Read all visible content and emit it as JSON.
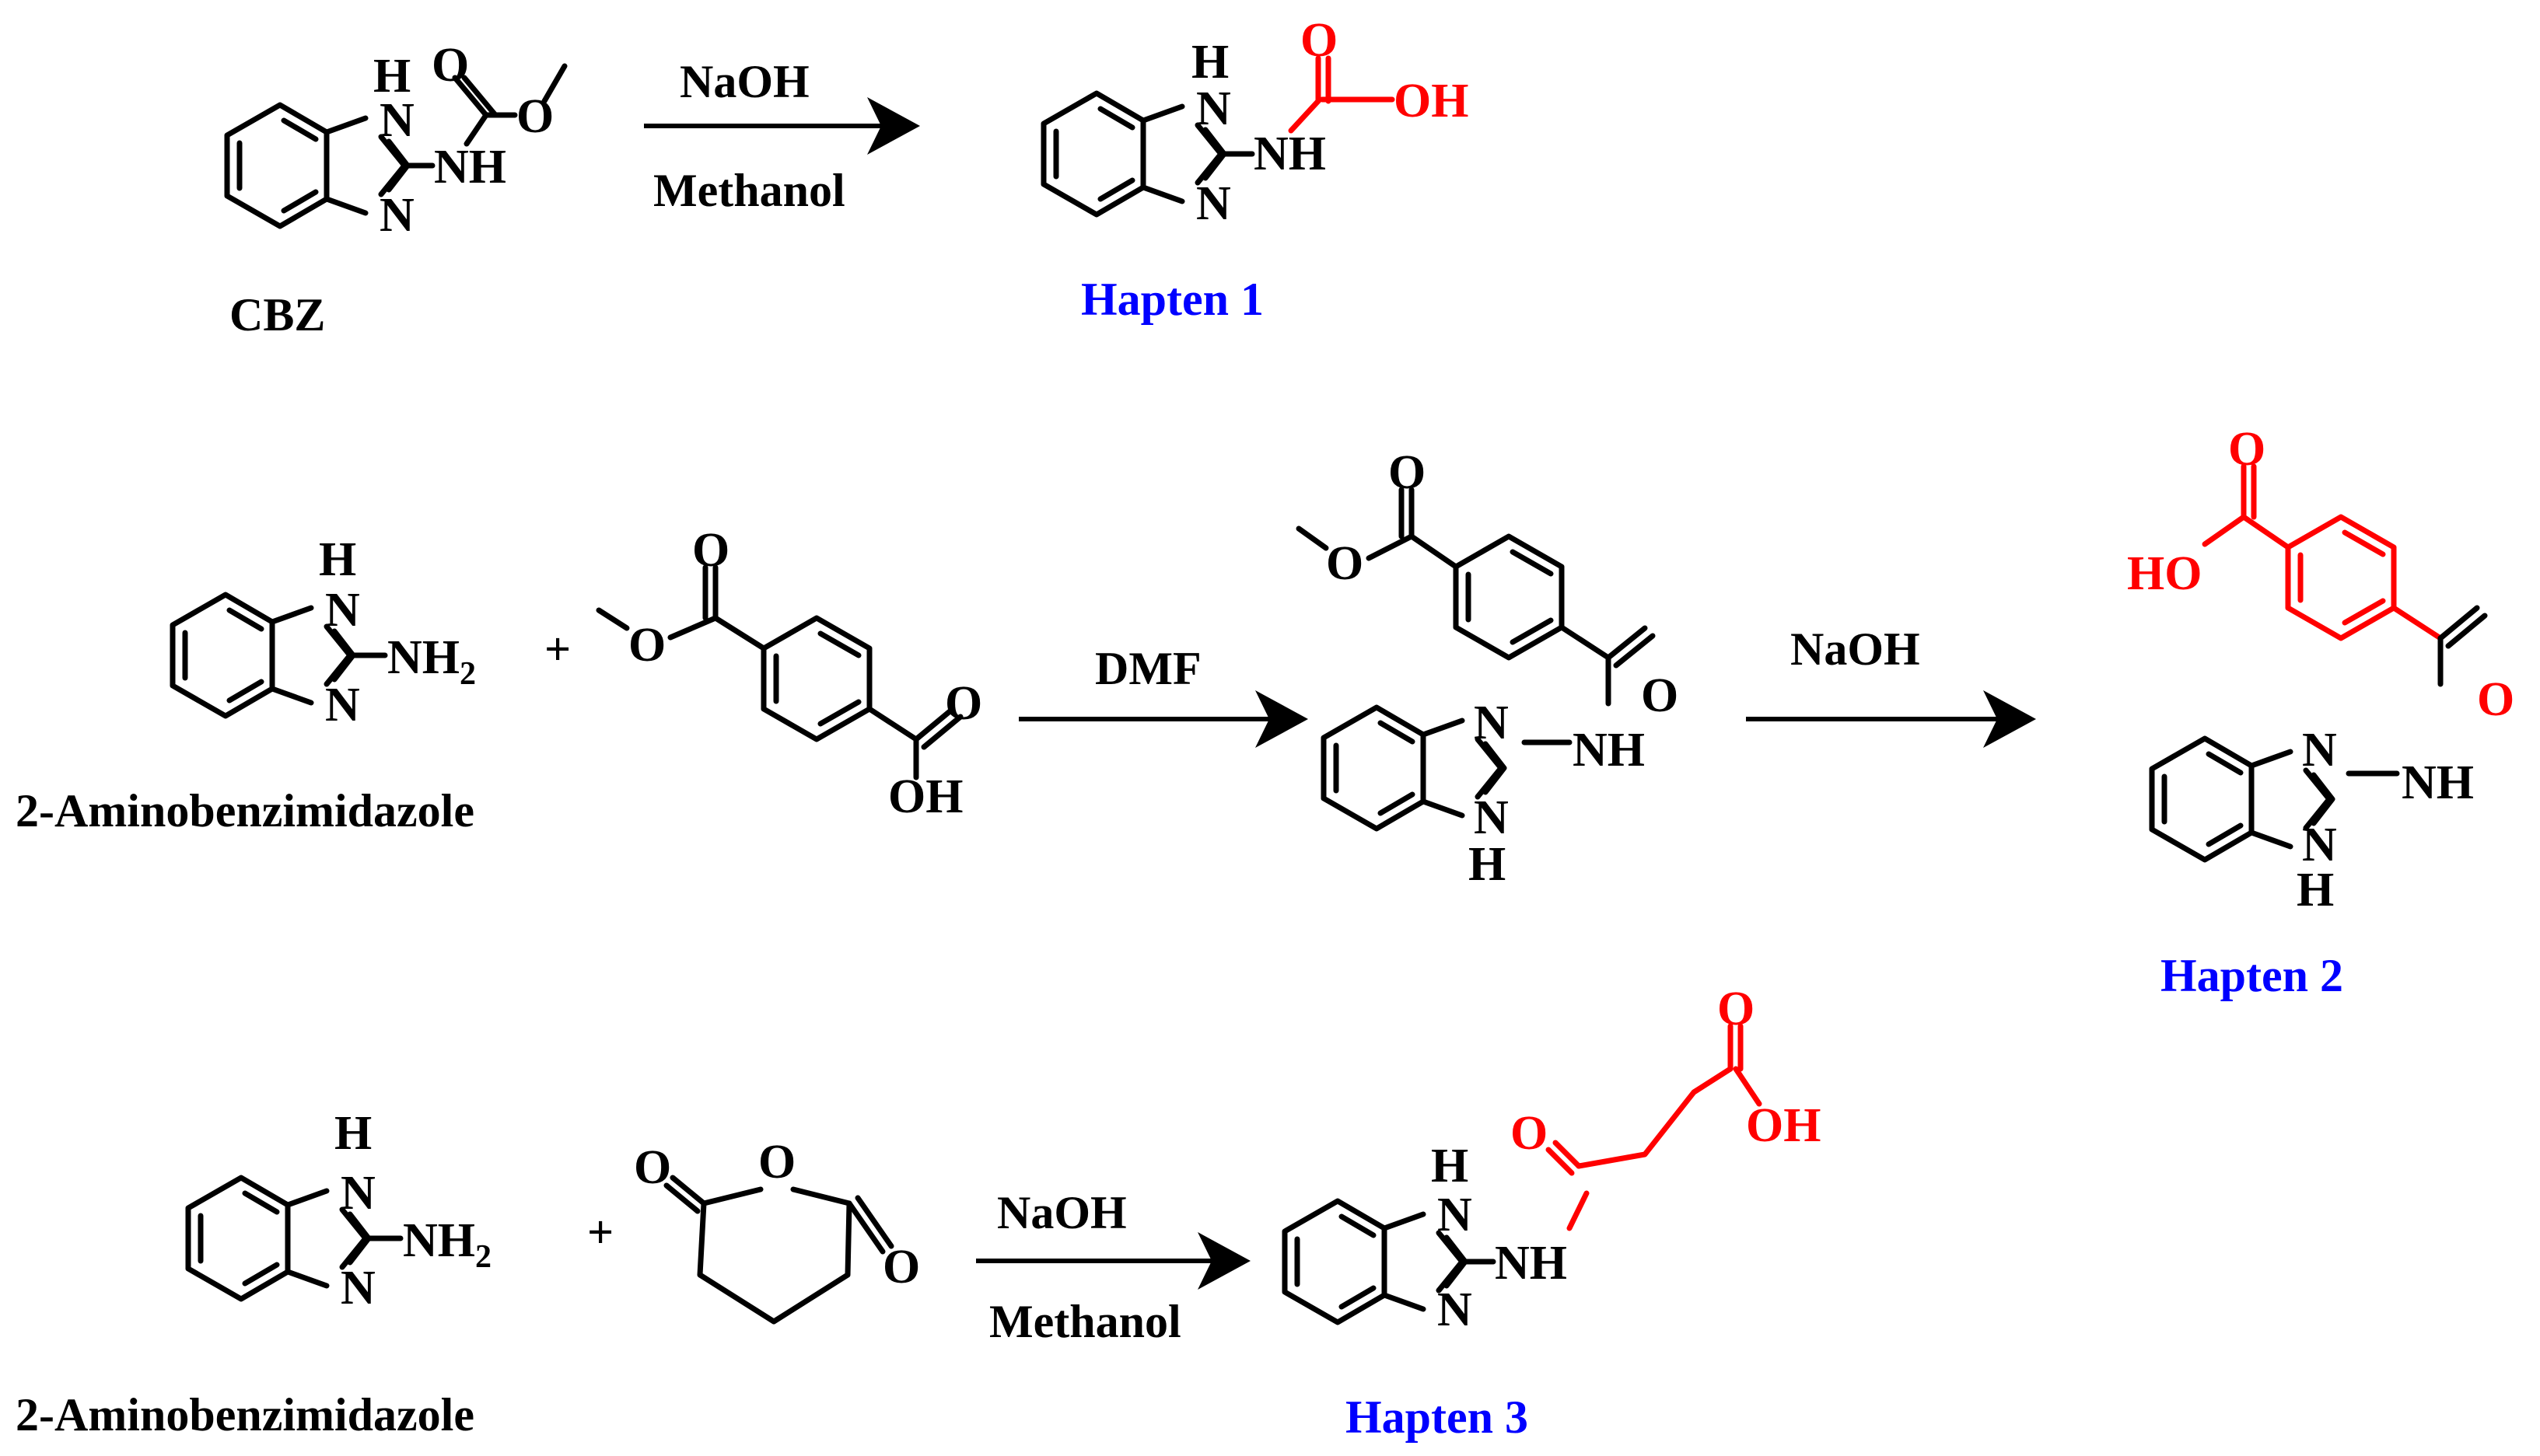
{
  "atoms": {
    "N": "N",
    "NH": "NH",
    "H": "H",
    "O": "O",
    "OH": "OH",
    "HO": "HO",
    "NH2_base": "NH",
    "NH2_sub": "2"
  },
  "row1": {
    "start_label": "CBZ",
    "reagent_top": "NaOH",
    "reagent_bottom": "Methanol",
    "product_label": "Hapten 1"
  },
  "row2": {
    "start_label": "2-Aminobenzimidazole",
    "plus": "+",
    "reagent_1": "DMF",
    "reagent_2": "NaOH",
    "product_label": "Hapten 2"
  },
  "row3": {
    "start_label": "2-Aminobenzimidazole",
    "plus": "+",
    "reagent_top": "NaOH",
    "reagent_bottom": "Methanol",
    "product_label": "Hapten 3"
  },
  "colors": {
    "bond": "#000000",
    "hapten_moiety": "#ff0000",
    "product_label": "#0000ff"
  }
}
